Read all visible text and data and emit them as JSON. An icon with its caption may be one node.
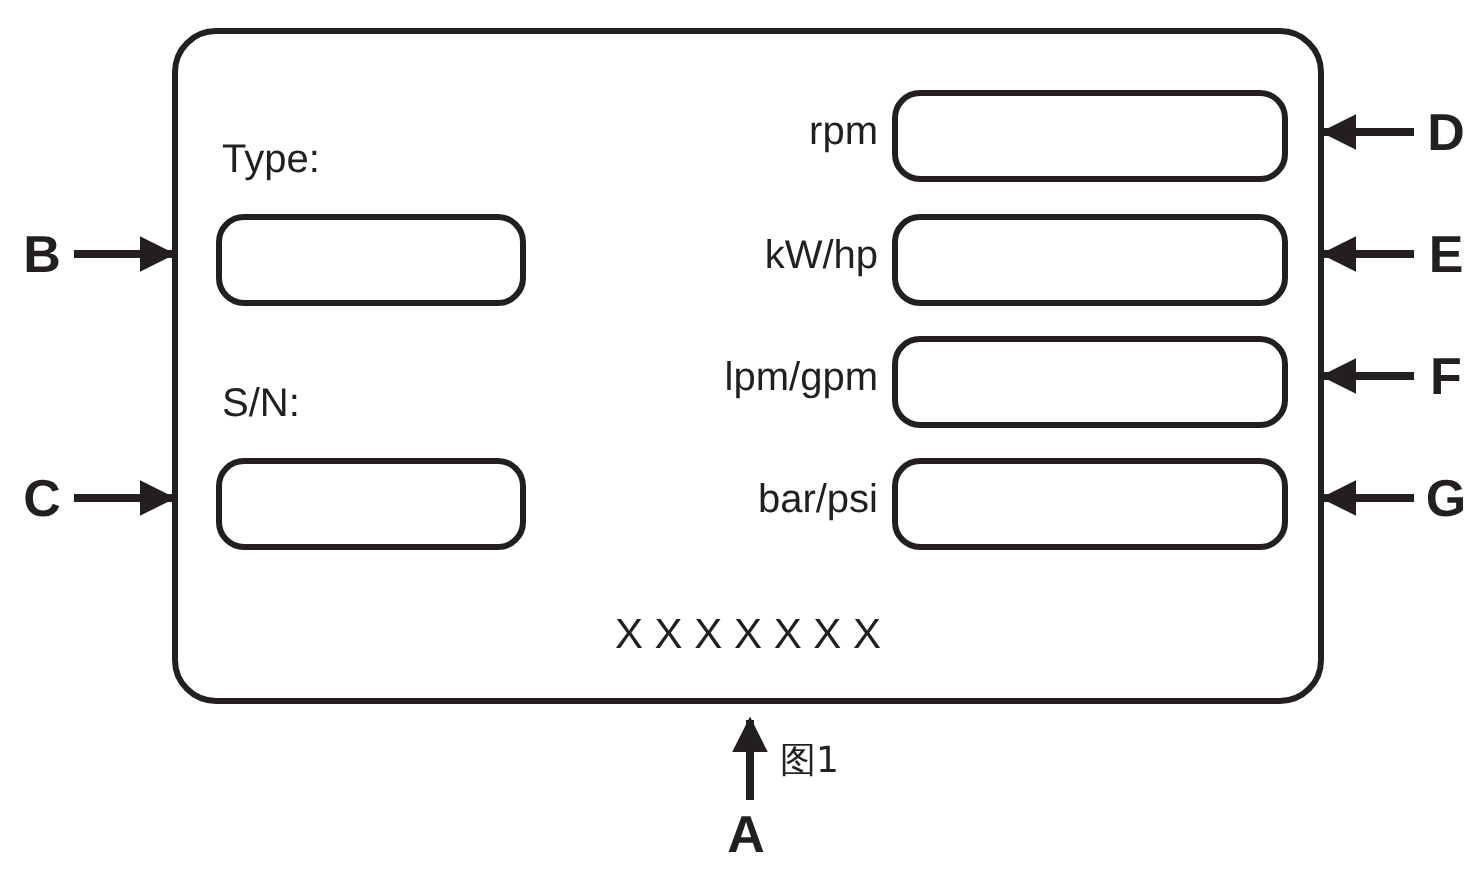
{
  "diagram": {
    "nodes": [
      {
        "text": [
          "X X X X X X X"
        ]
      },
      {
        "text": [],
        "shape": "box",
        "in": 0,
        "beside": [
          "Type:"
        ]
      },
      {
        "text": [],
        "shape": "box",
        "in": 0,
        "beside": [
          "S/N:"
        ]
      },
      {
        "text": [],
        "shape": "box",
        "in": 0,
        "beside": [
          "rpm"
        ]
      },
      {
        "text": [],
        "shape": "box",
        "in": 0,
        "beside": [
          "kW/hp"
        ]
      },
      {
        "text": [],
        "shape": "box",
        "in": 0,
        "beside": [
          "lpm/gpm"
        ]
      },
      {
        "text": [],
        "shape": "box",
        "in": 0,
        "beside": [
          "bar/psi"
        ]
      },
      {
        "text": [
          "B"
        ]
      },
      {
        "text": [
          "C"
        ]
      },
      {
        "text": [
          "D"
        ]
      },
      {
        "text": [
          "E"
        ]
      },
      {
        "text": [
          "F"
        ]
      },
      {
        "text": [
          "G"
        ]
      },
      {
        "text": [
          "A"
        ]
      }
    ],
    "edges": [
      {
        "from": 7,
        "to": 0,
        "arrow": "to"
      },
      {
        "from": 8,
        "to": 0,
        "arrow": "to"
      },
      {
        "from": 9,
        "to": 0,
        "arrow": "to"
      },
      {
        "from": 10,
        "to": 0,
        "arrow": "to"
      },
      {
        "from": 11,
        "to": 0,
        "arrow": "to"
      },
      {
        "from": 12,
        "to": 0,
        "arrow": "to"
      },
      {
        "from": 13,
        "to": 0,
        "arrow": "to"
      }
    ],
    "labels": [
      "图1"
    ]
  }
}
